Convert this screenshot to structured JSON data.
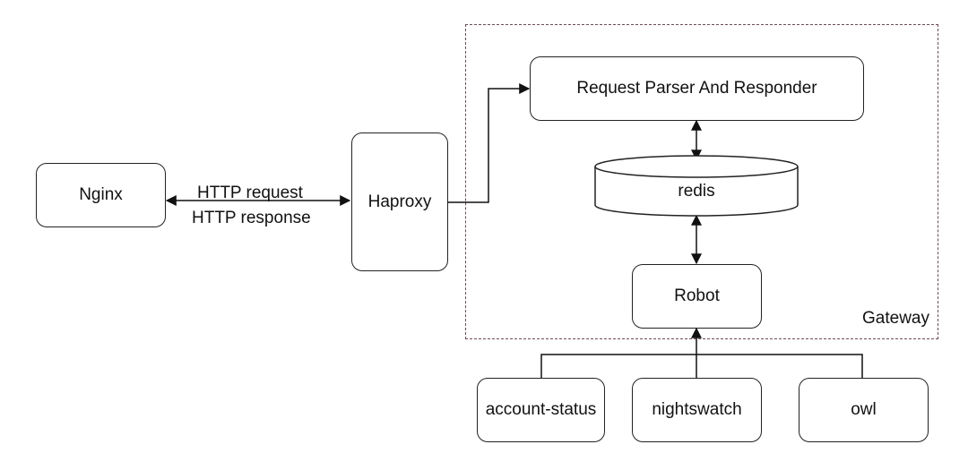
{
  "nodes": {
    "nginx": "Nginx",
    "haproxy": "Haproxy",
    "parser": "Request Parser And Responder",
    "redis": "redis",
    "robot": "Robot",
    "account_status": "account-status",
    "nightswatch": "nightswatch",
    "owl": "owl"
  },
  "edges": {
    "http_request": "HTTP request",
    "http_response": "HTTP response"
  },
  "groups": {
    "gateway": "Gateway"
  }
}
